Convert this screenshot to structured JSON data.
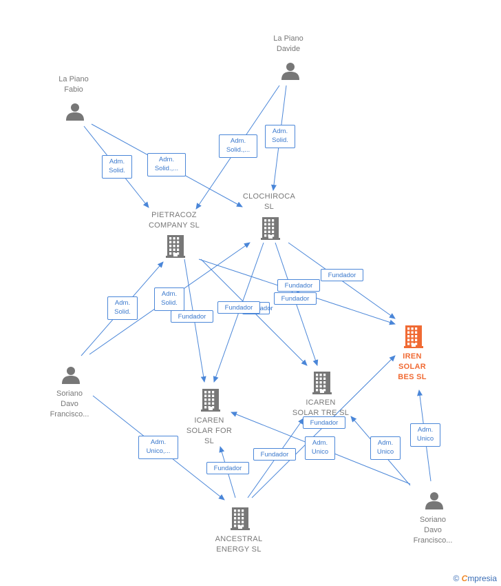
{
  "nodes": {
    "la_piano_davide": {
      "label": "La Piano\nDavide",
      "type": "person"
    },
    "la_piano_fabio": {
      "label": "La Piano\nFabio",
      "type": "person"
    },
    "clochiroca": {
      "label": "CLOCHIROCA\nSL",
      "type": "company"
    },
    "pietracoz": {
      "label": "PIETRACOZ\nCOMPANY SL",
      "type": "company"
    },
    "iren_solar_bes": {
      "label": "IREN\nSOLAR\nBES SL",
      "type": "company",
      "highlighted": true
    },
    "soriano_davo_1": {
      "label": "Soriano\nDavo\nFrancisco...",
      "type": "person"
    },
    "icaren_solar_for": {
      "label": "ICAREN\nSOLAR FOR\nSL",
      "type": "company"
    },
    "icaren_solar_tre": {
      "label": "ICAREN\nSOLAR TRE SL",
      "type": "company"
    },
    "ancestral_energy": {
      "label": "ANCESTRAL\nENERGY SL",
      "type": "company"
    },
    "soriano_davo_2": {
      "label": "Soriano\nDavo\nFrancisco...",
      "type": "person"
    }
  },
  "edge_labels": [
    "Adm.\nSolid.,...",
    "Adm.\nSolid.",
    "Adm.\nSolid.",
    "Adm.\nSolid.,...",
    "Fundador",
    "Fundador",
    "Adm.\nSolid.",
    "Adm.\nSolid.",
    "Fundador",
    "Fundador",
    "Fundador",
    "Fundador",
    "Fundador",
    "Adm.\nUnico",
    "Adm.\nUnico",
    "Adm.\nUnico,...",
    "Fundador",
    "Fundador",
    "Adm.\nUnico"
  ],
  "colors": {
    "edge": "#4a86d8",
    "node_gray": "#777777",
    "highlight": "#f06a33"
  },
  "brand": {
    "symbol": "©",
    "name_initial": "C",
    "name_rest": "mpresia"
  }
}
